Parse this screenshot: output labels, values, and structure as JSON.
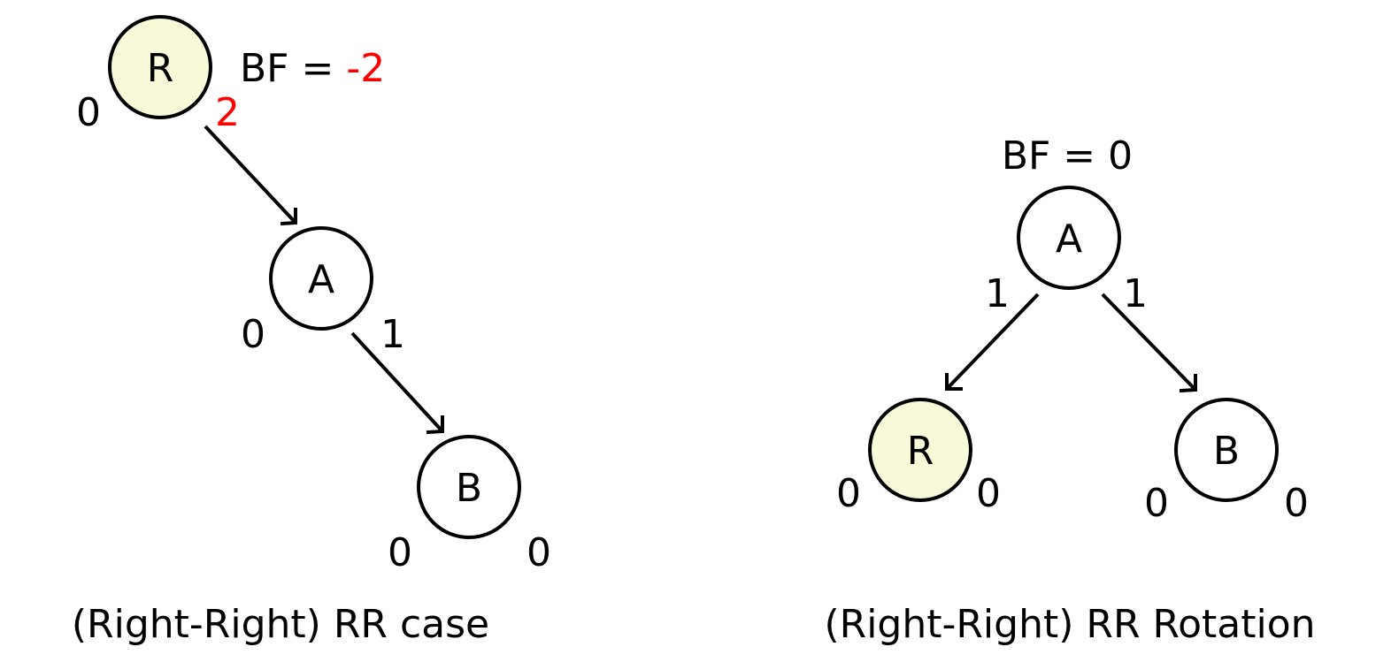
{
  "colors": {
    "highlight_fill": "#f7f9d9",
    "normal_fill": "#ffffff",
    "stroke": "#000000",
    "alert": "#ff0000"
  },
  "left": {
    "caption": "(Right-Right) RR case",
    "bf_prefix": "BF = ",
    "bf_value": "-2",
    "nodes": {
      "R": {
        "label": "R",
        "left_height": "0",
        "right_height": "2"
      },
      "A": {
        "label": "A",
        "left_height": "0",
        "right_height": "1"
      },
      "B": {
        "label": "B",
        "left_height": "0",
        "right_height": "0"
      }
    }
  },
  "right": {
    "caption": "(Right-Right) RR Rotation",
    "bf_label": "BF = 0",
    "nodes": {
      "A": {
        "label": "A",
        "left_height": "1",
        "right_height": "1"
      },
      "R": {
        "label": "R",
        "left_height": "0",
        "right_height": "0"
      },
      "B": {
        "label": "B",
        "left_height": "0",
        "right_height": "0"
      }
    }
  }
}
